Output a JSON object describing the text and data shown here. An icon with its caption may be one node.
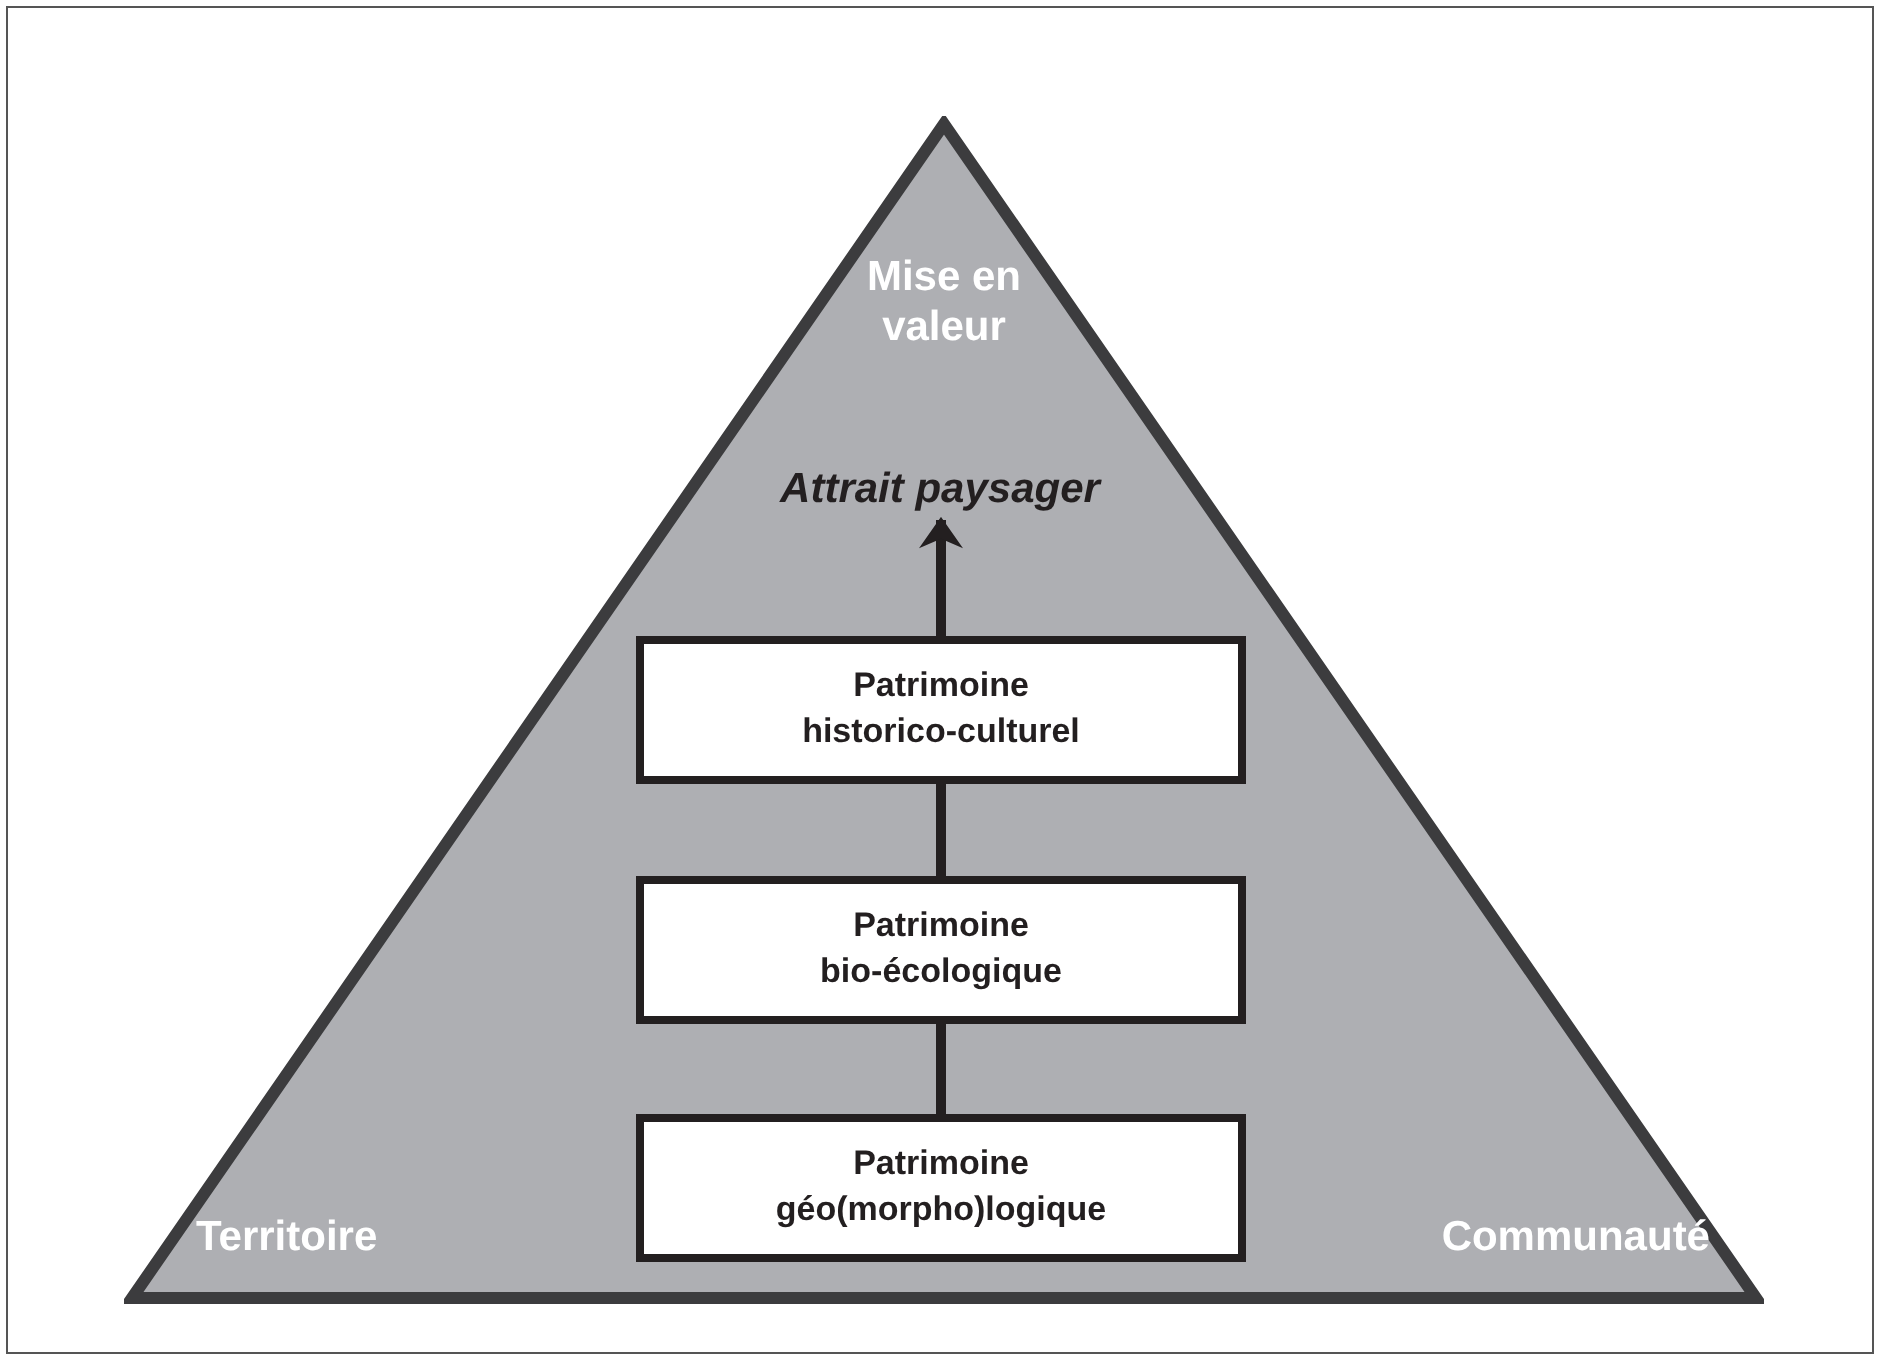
{
  "diagram": {
    "nodes": [
      {
        "text": [
          "Mise en valeur",
          "Territoire",
          "Communauté"
        ]
      },
      {
        "text": [
          "Attrait paysager"
        ],
        "in": 0
      },
      {
        "text": [
          "Patrimoine historico-culturel"
        ],
        "in": 0
      },
      {
        "text": [
          "Patrimoine bio-écologique"
        ],
        "in": 0
      },
      {
        "text": [
          "Patrimoine géo(morpho)logique"
        ],
        "in": 0
      }
    ],
    "edges": [
      {
        "from": 4,
        "to": 3,
        "arrow": "none"
      },
      {
        "from": 3,
        "to": 2,
        "arrow": "none"
      },
      {
        "from": 2,
        "to": 1,
        "arrow": "to"
      }
    ]
  }
}
